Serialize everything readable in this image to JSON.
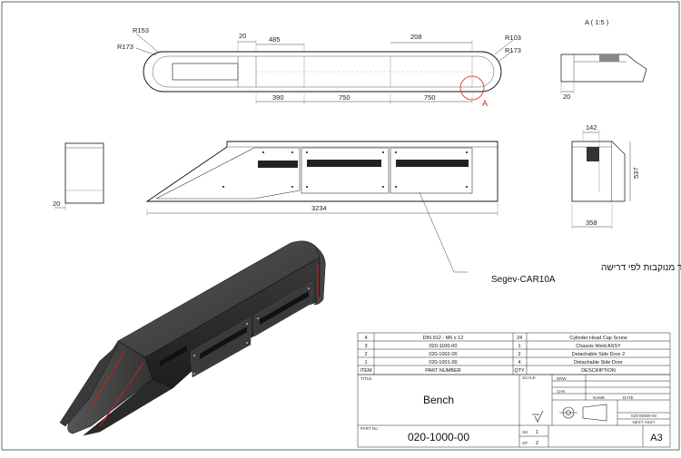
{
  "drawing": {
    "detail_label": "A ( 1:5 )",
    "detail_marker": "A",
    "top_view_dims": {
      "r153": "R153",
      "r173_left": "R173",
      "d20": "20",
      "d485": "485",
      "d208": "208",
      "r103": "R103",
      "r173_right": "R173",
      "d390": "390",
      "d750a": "750",
      "d750b": "750"
    },
    "detail_dim": "20",
    "front_view_dims": {
      "d20": "20",
      "d3234": "3234"
    },
    "side_view_dims": {
      "d142": "142",
      "d537": "537",
      "d358": "358"
    },
    "note_line1": "דלתות צד  מנוקבות לפי דרישה",
    "note_line2": "Segev-CAR10A"
  },
  "bom": {
    "rows": [
      {
        "item": "4",
        "part": "DIN 912 - M6 x 12",
        "qty": "24",
        "desc": "Cylinder Head Cap Screw"
      },
      {
        "item": "3",
        "part": "020-1100-00",
        "qty": "1",
        "desc": "Chassis Weld ASSY"
      },
      {
        "item": "2",
        "part": "020-1002-00",
        "qty": "2",
        "desc": "Detachable Side Door 2"
      },
      {
        "item": "1",
        "part": "020-1001-00",
        "qty": "4",
        "desc": "Detachable Side Door"
      }
    ],
    "headers": {
      "item": "ITEM",
      "part": "PART NUMBER",
      "qty": "QTY",
      "desc": "DESCRIPTION"
    }
  },
  "title_block": {
    "title_label": "TITLE:",
    "title": "Bench",
    "scale_label": "SCALE",
    "part_no_label": "PART No:",
    "part_no": "020-1000-00",
    "drw_label": "DRW",
    "chk_label": "CHK",
    "name_label": "NAME",
    "date_label": "DATE",
    "sh_label": "SH",
    "sh_value": "1",
    "of_label": "OF",
    "of_value": "2",
    "assy_ref": "020-00000-00",
    "next_assy": "NEXT ASSY",
    "size": "A3"
  }
}
